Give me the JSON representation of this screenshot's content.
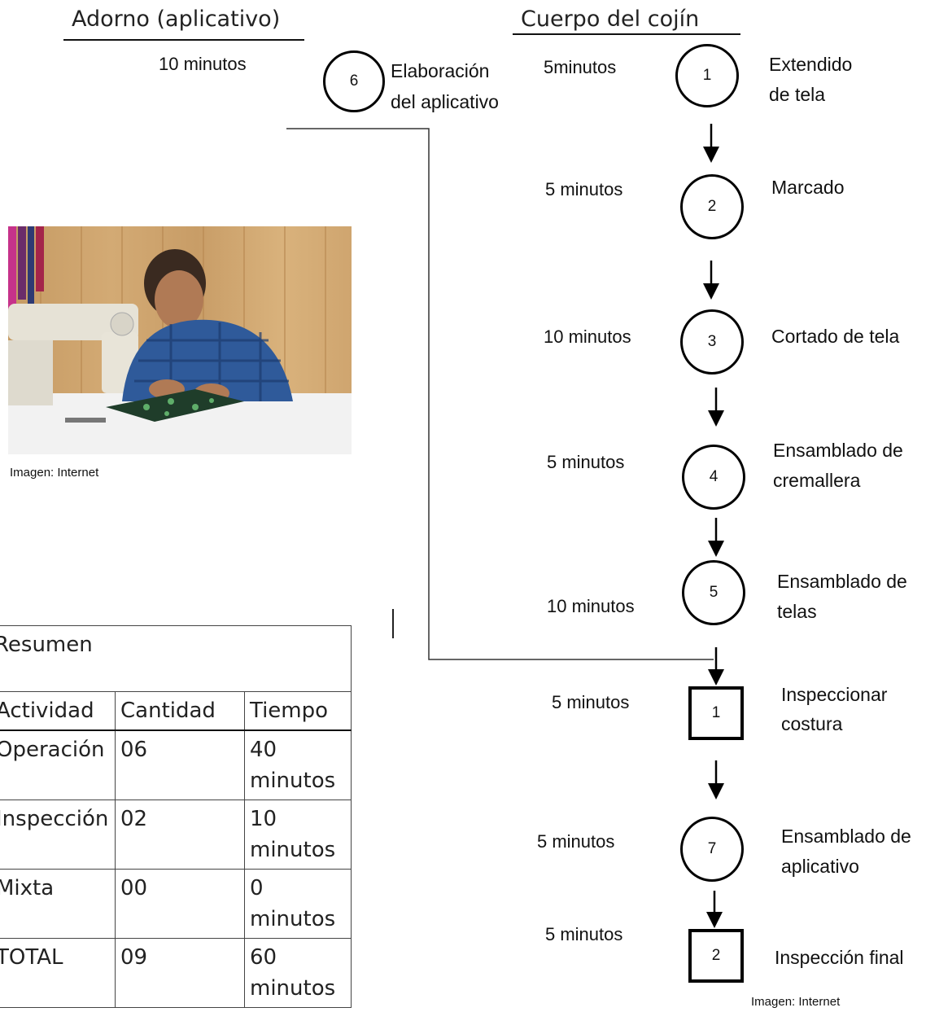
{
  "headers": {
    "adorno": "Adorno (aplicativo)",
    "cuerpo": "Cuerpo del cojín"
  },
  "adorno_step": {
    "time": "10 minutos",
    "number": "6",
    "label_line1": "Elaboración",
    "label_line2": "del aplicativo"
  },
  "steps": [
    {
      "shape": "circle",
      "number": "1",
      "time": "5minutos",
      "label_line1": "Extendido",
      "label_line2": "de tela"
    },
    {
      "shape": "circle",
      "number": "2",
      "time": "5 minutos",
      "label_line1": "Marcado",
      "label_line2": ""
    },
    {
      "shape": "circle",
      "number": "3",
      "time": "10 minutos",
      "label_line1": "Cortado de tela",
      "label_line2": ""
    },
    {
      "shape": "circle",
      "number": "4",
      "time": "5 minutos",
      "label_line1": "Ensamblado de",
      "label_line2": "cremallera"
    },
    {
      "shape": "circle",
      "number": "5",
      "time": "10 minutos",
      "label_line1": "Ensamblado de",
      "label_line2": "telas"
    },
    {
      "shape": "square",
      "number": "1",
      "time": "5 minutos",
      "label_line1": "Inspeccionar",
      "label_line2": "costura"
    },
    {
      "shape": "circle",
      "number": "7",
      "time": "5 minutos",
      "label_line1": "Ensamblado de",
      "label_line2": "aplicativo"
    },
    {
      "shape": "square",
      "number": "2",
      "time": "5 minutos",
      "label_line1": "Inspección final",
      "label_line2": ""
    }
  ],
  "photo_caption": "Imagen: Internet",
  "diagram_caption": "Imagen: Internet",
  "summary": {
    "title": "Resumen",
    "columns": [
      "Actividad",
      "Cantidad",
      "Tiempo"
    ],
    "rows": [
      {
        "actividad": "Operación",
        "cantidad": "06",
        "tiempo_line1": "40",
        "tiempo_line2": "minutos"
      },
      {
        "actividad": "Inspección",
        "cantidad": "02",
        "tiempo_line1": "10",
        "tiempo_line2": "minutos"
      },
      {
        "actividad": "Mixta",
        "cantidad": "00",
        "tiempo_line1": "0",
        "tiempo_line2": "minutos"
      },
      {
        "actividad": "TOTAL",
        "cantidad": "09",
        "tiempo_line1": "60",
        "tiempo_line2": "minutos"
      }
    ]
  }
}
